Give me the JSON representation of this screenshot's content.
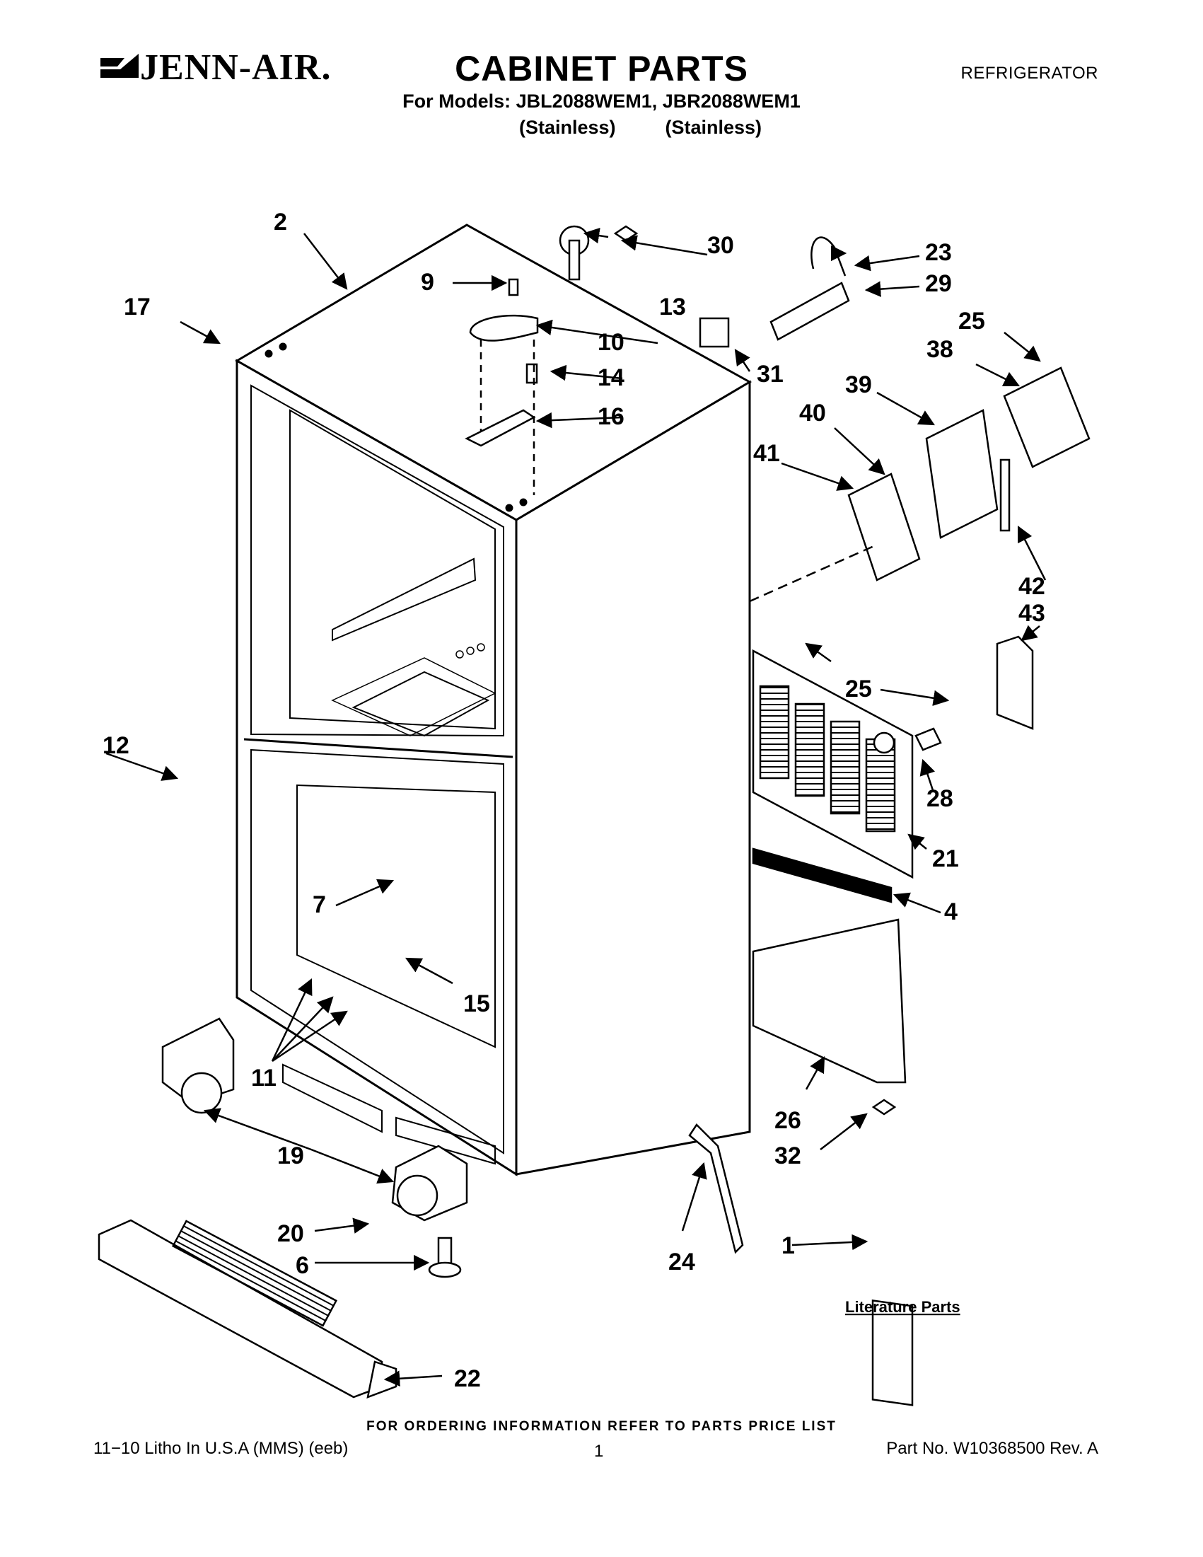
{
  "header": {
    "brand": "JENN-AIR.",
    "title": "CABINET PARTS",
    "models": "For Models: JBL2088WEM1, JBR2088WEM1",
    "finishes": [
      "(Stainless)",
      "(Stainless)"
    ],
    "category": "REFRIGERATOR"
  },
  "labels": {
    "l1": "1",
    "l2": "2",
    "l4": "4",
    "l6": "6",
    "l7": "7",
    "l9": "9",
    "l10": "10",
    "l11": "11",
    "l12": "12",
    "l13": "13",
    "l14": "14",
    "l15": "15",
    "l16": "16",
    "l17": "17",
    "l19": "19",
    "l20": "20",
    "l21": "21",
    "l22": "22",
    "l23": "23",
    "l24": "24",
    "l25a": "25",
    "l25b": "25",
    "l26": "26",
    "l28": "28",
    "l29": "29",
    "l30": "30",
    "l31": "31",
    "l32": "32",
    "l38": "38",
    "l39": "39",
    "l40": "40",
    "l41": "41",
    "l42": "42",
    "l43": "43"
  },
  "literature_parts": "Literature Parts",
  "footer": {
    "note": "FOR ORDERING INFORMATION REFER TO PARTS PRICE LIST",
    "litho": "11−10 Litho In U.S.A (MMS) (eeb)",
    "page": "1",
    "part_no": "Part No. W10368500 Rev. A"
  }
}
